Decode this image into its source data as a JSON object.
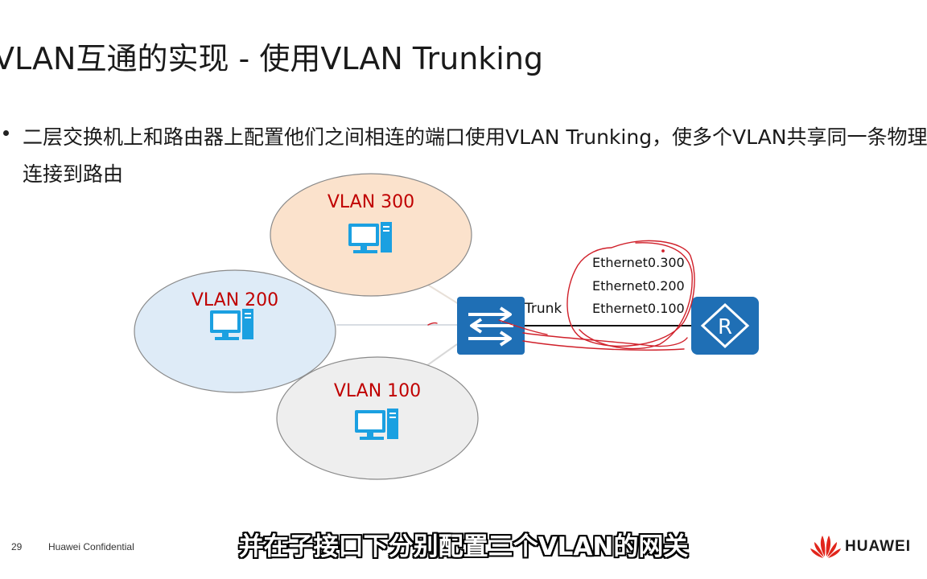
{
  "slide": {
    "title": "VLAN互通的实现 - 使用VLAN Trunking",
    "bullet": "二层交换机上和路由器上配置他们之间相连的端口使用VLAN Trunking，使多个VLAN共享同一条物理连接到路由",
    "page_number": "29",
    "confidential": "Huawei Confidential",
    "subtitle": "并在子接口下分别配置三个VLAN的网关",
    "brand": "HUAWEI"
  },
  "diagram": {
    "vlans": [
      {
        "label": "VLAN 300",
        "fill": "#fbe2cc"
      },
      {
        "label": "VLAN 200",
        "fill": "#deebf7"
      },
      {
        "label": "VLAN 100",
        "fill": "#eeeeee"
      }
    ],
    "trunk_label": "Trunk",
    "interfaces": [
      "Ethernet0.300",
      "Ethernet0.200",
      "Ethernet0.100"
    ],
    "router_label": "R"
  },
  "colors": {
    "vlan_label": "#c00000",
    "device_blue": "#1f6fb5",
    "pc_blue": "#1ba0e1",
    "annotation_red": "#d0202a",
    "huawei_red": "#e1251b"
  }
}
